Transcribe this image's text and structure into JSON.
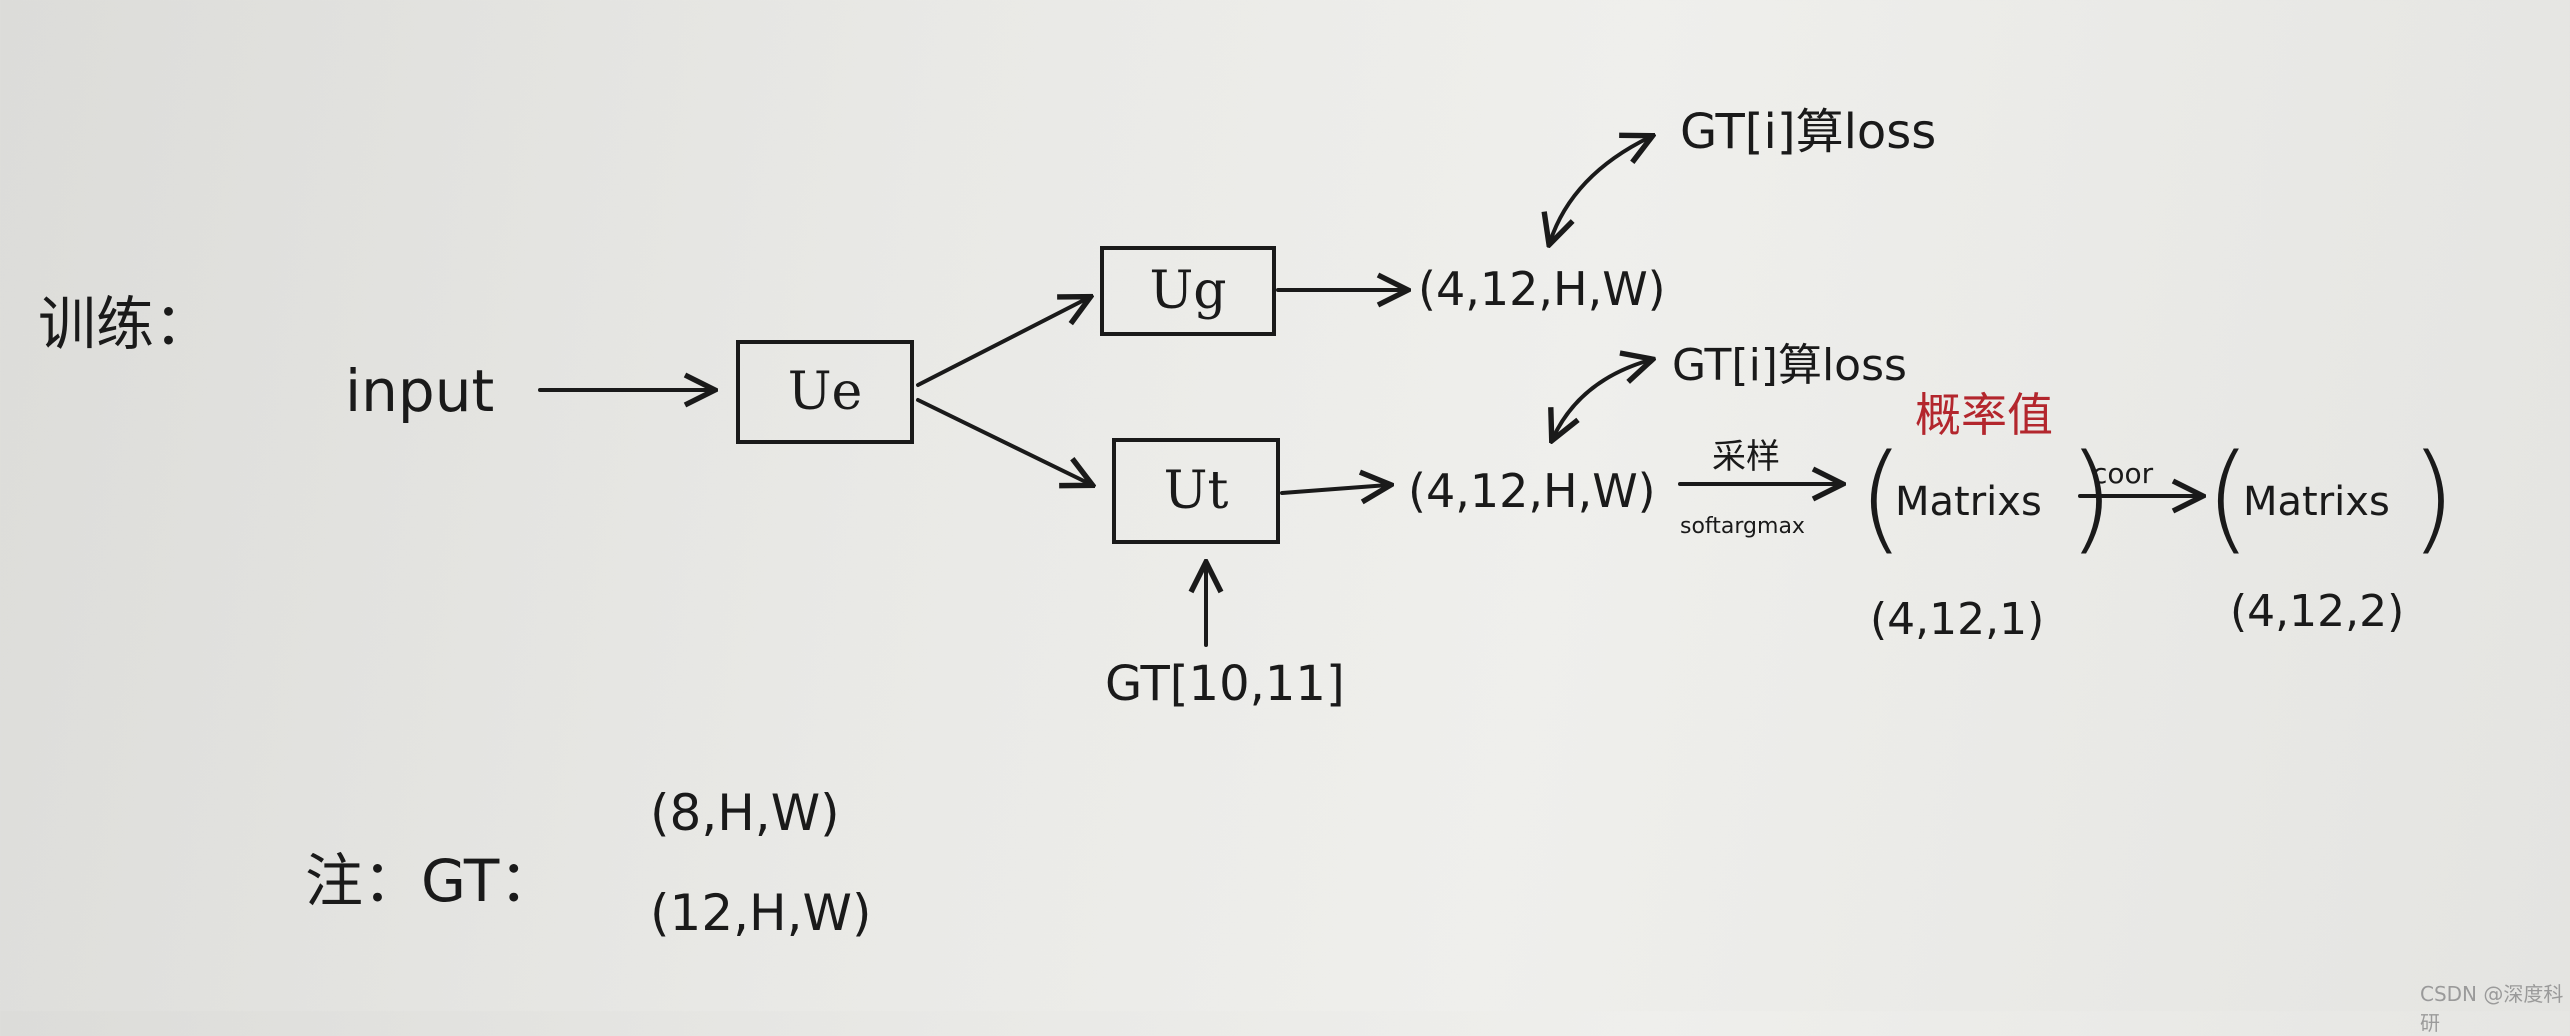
{
  "section_label": "训练：",
  "input_label": "input",
  "boxes": {
    "ue": "Ue",
    "ug": "Ug",
    "ut": "Ut"
  },
  "ug_output_shape": "(4,12,H,W)",
  "ug_loss": "GT[i]算loss",
  "ut_output_shape": "(4,12,H,W)",
  "ut_loss": "GT[i]算loss",
  "ut_gt_input": "GT[10,11]",
  "sampling_label": "采样",
  "softargmax_label": "softargmax",
  "probability_label": "概率值",
  "matrix1_label": "Matrixs",
  "matrix1_shape": "(4,12,1)",
  "coor_label": "coor",
  "matrix2_label": "Matrixs",
  "matrix2_shape": "(4,12,2)",
  "note_label": "注：GT：",
  "note_shape1": "(8,H,W)",
  "note_shape2": "(12,H,W)",
  "watermark": "CSDN @深度科研",
  "colors": {
    "ink": "#1a1a1a",
    "red_annotation": "#b3262d"
  }
}
